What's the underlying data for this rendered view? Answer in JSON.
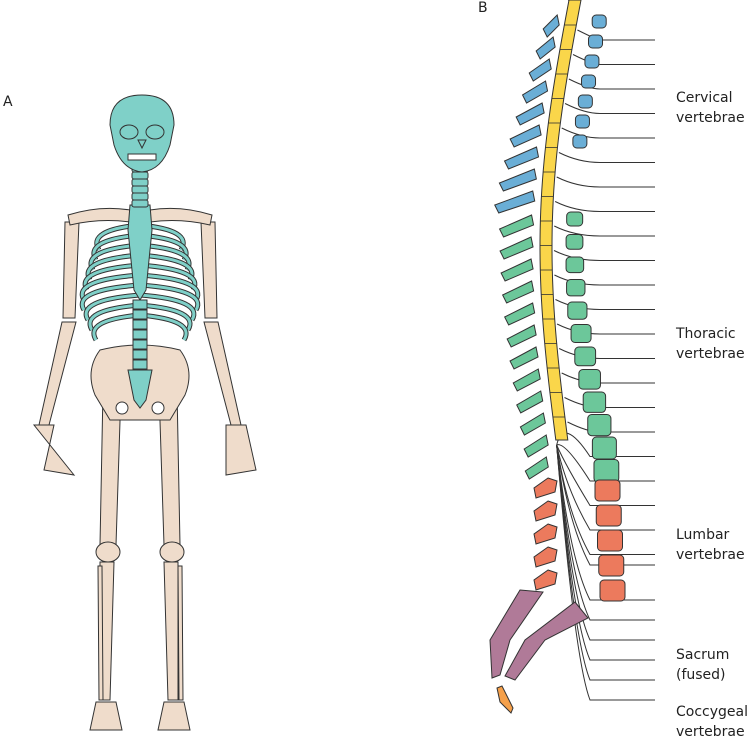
{
  "panels": {
    "a": "A",
    "b": "B"
  },
  "labels": [
    {
      "line1": "Cervical",
      "line2": "vertebrae"
    },
    {
      "line1": "Thoracic",
      "line2": "vertebrae"
    },
    {
      "line1": "Lumbar",
      "line2": "vertebrae"
    },
    {
      "line1": "Sacrum",
      "line2": "(fused)"
    },
    {
      "line1": "Coccygeal",
      "line2": "vertebrae"
    }
  ],
  "colors": {
    "axial": "#7fd0c8",
    "appendicular": "#efdccb",
    "cord": "#fad64a",
    "cervical": "#6aaed6",
    "thoracic": "#6cc79a",
    "lumbar": "#ec7a5d",
    "sacrum": "#b07a98",
    "coccyx": "#f5a04a"
  }
}
